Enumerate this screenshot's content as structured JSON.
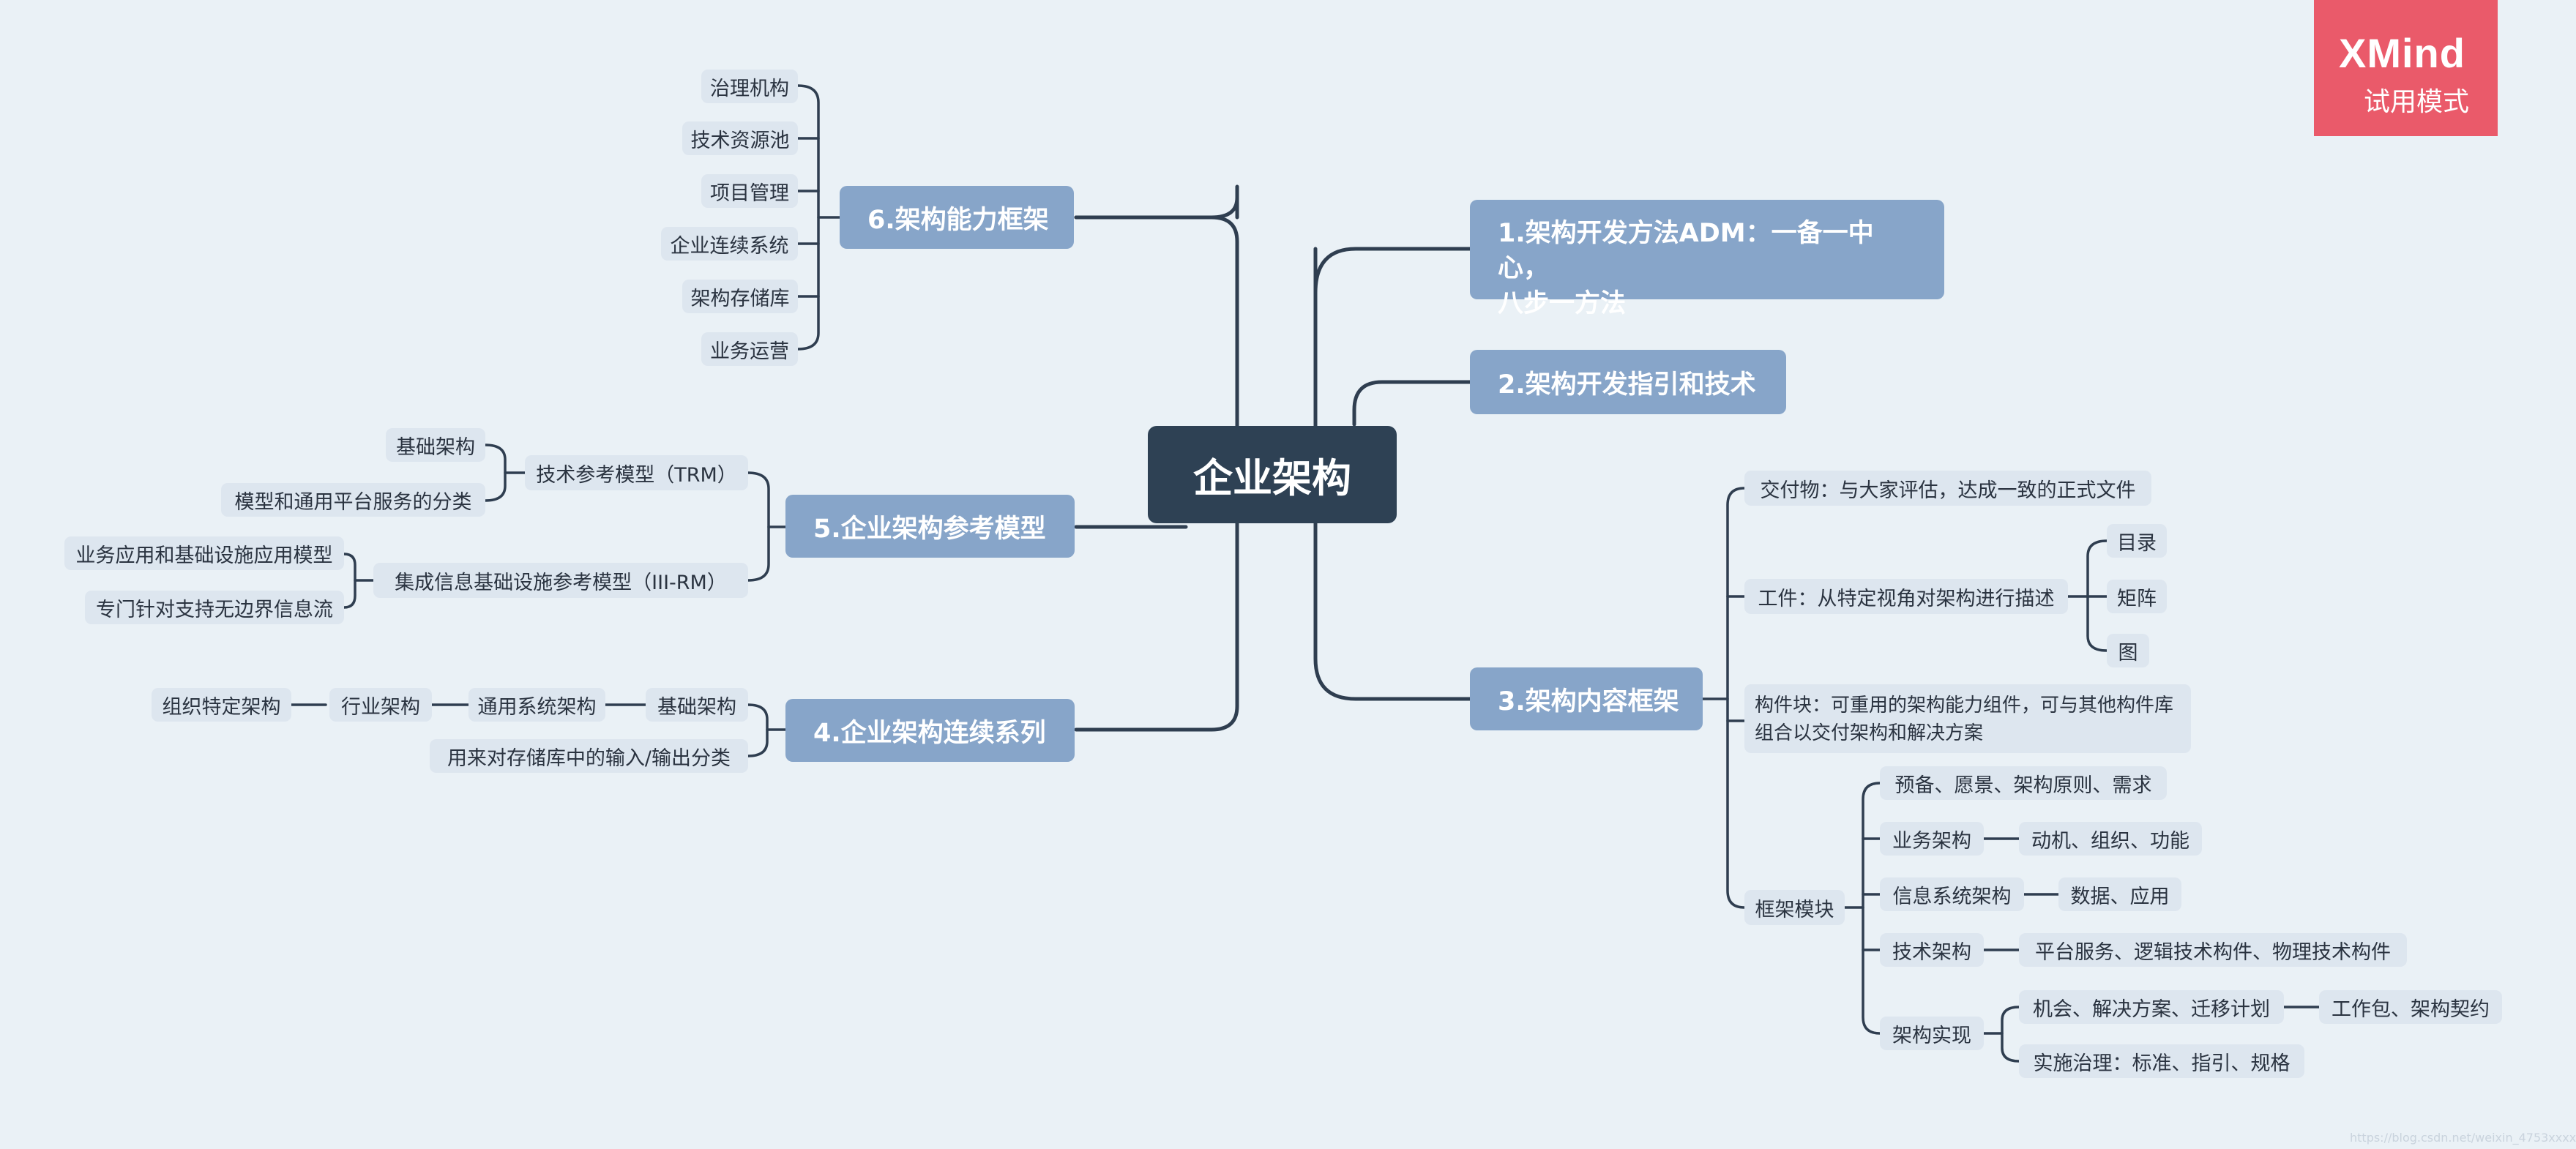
{
  "root": {
    "label": "企业架构"
  },
  "branches": {
    "b1": {
      "label_line1": "1.架构开发方法ADM：一备一中心，",
      "label_line2": "八步一方法"
    },
    "b2": {
      "label": "2.架构开发指引和技术"
    },
    "b3": {
      "label": "3.架构内容框架",
      "deliverable": "交付物：与大家评估，达成一致的正式文件",
      "artifact": "工件：从特定视角对架构进行描述",
      "artifact_items": [
        "目录",
        "矩阵",
        "图"
      ],
      "building_block": "构件块：可重用的架构能力组件，可与其他构件库组合以交付架构和解决方案",
      "framework": "框架模块",
      "framework_items": {
        "prelim": "预备、愿景、架构原则、需求",
        "business": "业务架构",
        "business_detail": "动机、组织、功能",
        "infosys": "信息系统架构",
        "infosys_detail": "数据、应用",
        "tech": "技术架构",
        "tech_detail": "平台服务、逻辑技术构件、物理技术构件",
        "impl": "架构实现",
        "impl_opp": "机会、解决方案、迁移计划",
        "impl_opp_detail": "工作包、架构契约",
        "impl_gov": "实施治理：标准、指引、规格"
      }
    },
    "b4": {
      "label": "4.企业架构连续系列",
      "foundation": "基础架构",
      "common": "通用系统架构",
      "industry": "行业架构",
      "org": "组织特定架构",
      "io": "用来对存储库中的输入/输出分类"
    },
    "b5": {
      "label": "5.企业架构参考模型",
      "trm": "技术参考模型（TRM）",
      "trm_items": [
        "基础架构",
        "模型和通用平台服务的分类"
      ],
      "iii": "集成信息基础设施参考模型（III-RM）",
      "iii_items": [
        "业务应用和基础设施应用模型",
        "专门针对支持无边界信息流"
      ]
    },
    "b6": {
      "label": "6.架构能力框架",
      "items": [
        "治理机构",
        "技术资源池",
        "项目管理",
        "企业连续系统",
        "架构存储库",
        "业务运营"
      ]
    }
  },
  "badge": {
    "logo": "XMind",
    "mode": "试用模式"
  },
  "watermark": "https://blog.csdn.net/weixin_4753xxxx",
  "colors": {
    "root": "#2e4154",
    "main": "#87a5c9",
    "sub": "#dde6ef",
    "line": "#2f3e50",
    "badge": "#ea5a6a",
    "background": "#eaf1f6"
  }
}
